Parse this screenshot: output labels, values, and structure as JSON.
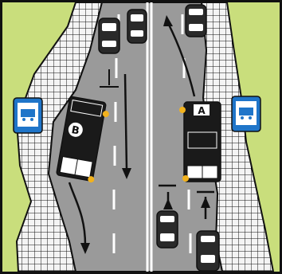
{
  "scene": {
    "colors": {
      "grass": "#c9de7c",
      "road": "#9a9a9a",
      "road_marking": "#ffffff",
      "sidewalk": "#f4f4f4",
      "outline": "#111111",
      "bus_body": "#1a1a1a",
      "bus_label_bg": "#ffffff",
      "indicator_light": "#f2b21d",
      "sign_blue": "#1f75c9",
      "sign_white": "#ffffff",
      "car_body": "#2a2a2a",
      "car_window": "#ffffff"
    },
    "buses": [
      {
        "label": "B",
        "lane": "left-bus-bay",
        "direction": "down"
      },
      {
        "label": "A",
        "lane": "right-bus-bay",
        "direction": "up"
      }
    ],
    "signs": [
      {
        "icon": "bus-stop-sign-icon",
        "side": "left"
      },
      {
        "icon": "bus-stop-sign-icon",
        "side": "right"
      }
    ],
    "cars": [
      {
        "direction": "down",
        "lane": "left-outer"
      },
      {
        "direction": "down",
        "lane": "left-inner"
      },
      {
        "direction": "up",
        "lane": "right-inner"
      },
      {
        "direction": "up",
        "lane": "right-outer"
      },
      {
        "direction": "up",
        "lane": "right-outer-top"
      }
    ]
  }
}
